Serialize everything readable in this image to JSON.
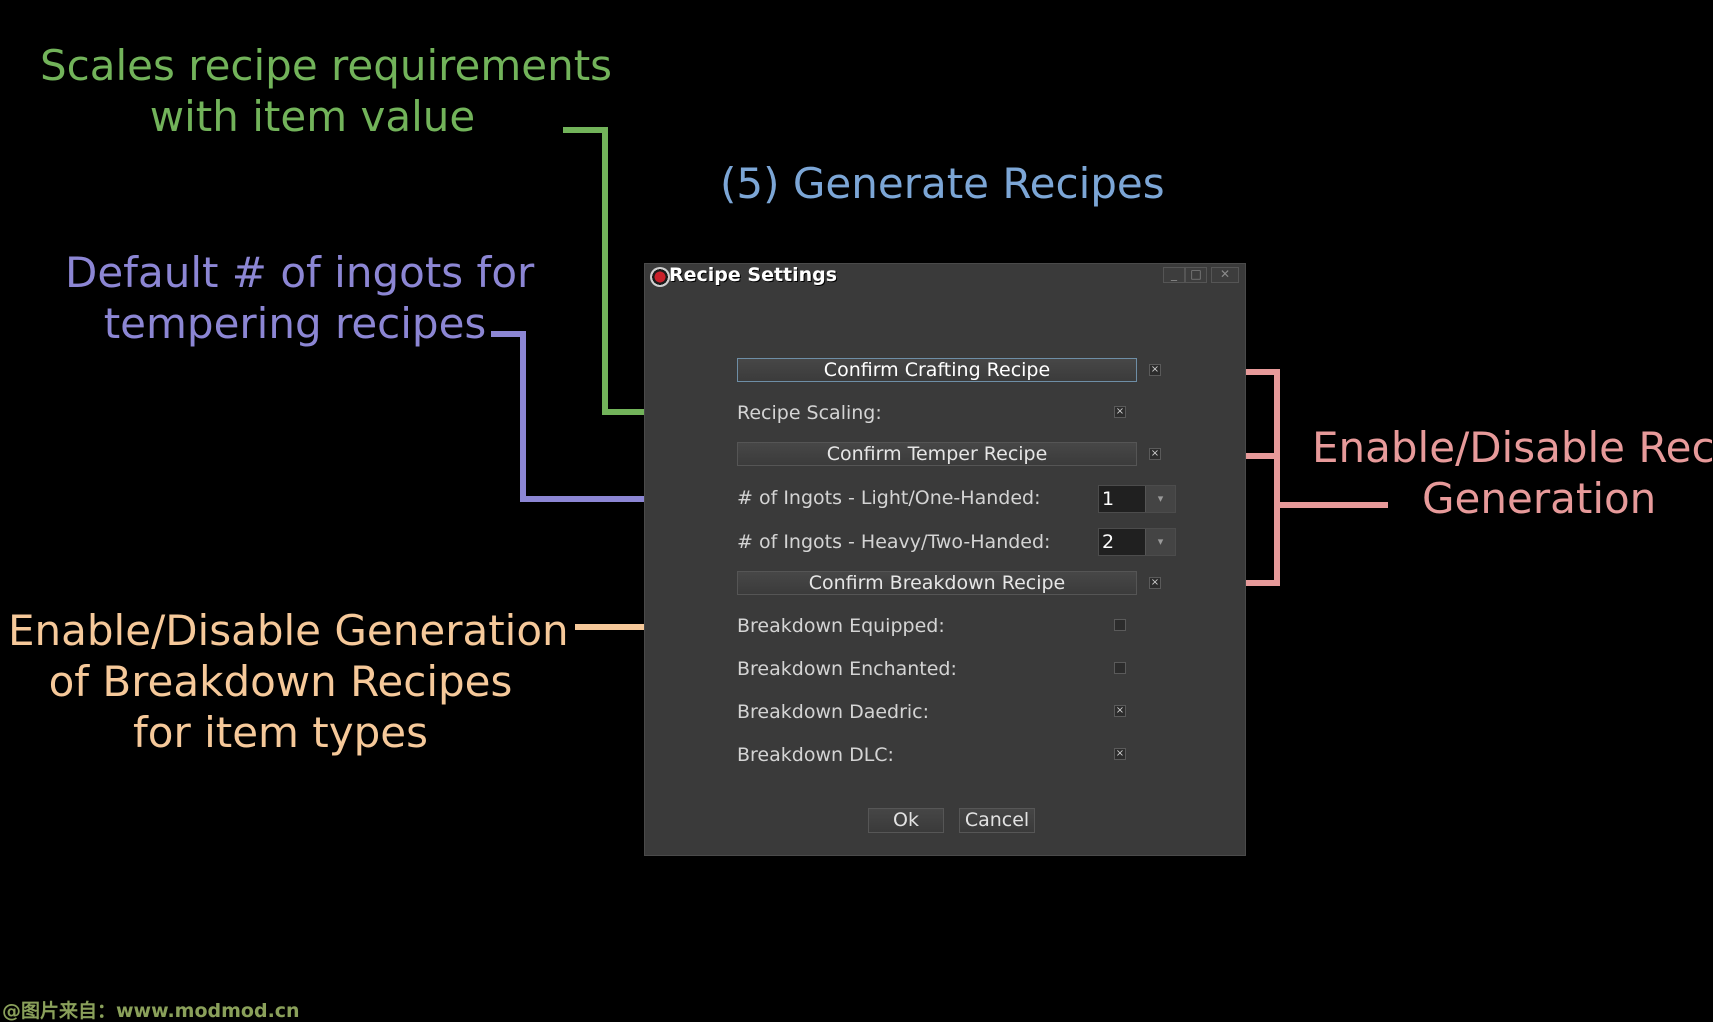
{
  "annotations": {
    "scaling": {
      "lines": [
        "Scales recipe requirements",
        "with item value"
      ],
      "color": "#72b35a"
    },
    "generate": {
      "text": "(5) Generate Recipes",
      "color": "#7ca6d6"
    },
    "ingots": {
      "lines": [
        "Default # of ingots for",
        "tempering recipes"
      ],
      "color": "#8c86d4"
    },
    "enable_recipe": {
      "lines": [
        "Enable/Disable Reci",
        "Generation"
      ],
      "color": "#e79a9a"
    },
    "breakdown": {
      "lines": [
        "Enable/Disable Generation",
        "of Breakdown Recipes",
        "for item types"
      ],
      "color": "#f6c99a"
    }
  },
  "dialog": {
    "title": "Recipe Settings",
    "window_buttons": {
      "minimize": "_",
      "maximize": "□",
      "close": "✕"
    },
    "confirm_crafting": {
      "label": "Confirm Crafting Recipe",
      "checked": true
    },
    "recipe_scaling": {
      "label": "Recipe Scaling:",
      "checked": true
    },
    "confirm_temper": {
      "label": "Confirm Temper Recipe",
      "checked": true
    },
    "ingots_light": {
      "label": "# of Ingots - Light/One-Handed:",
      "value": "1"
    },
    "ingots_heavy": {
      "label": "# of Ingots - Heavy/Two-Handed:",
      "value": "2"
    },
    "confirm_breakdown": {
      "label": "Confirm Breakdown Recipe",
      "checked": true
    },
    "breakdown_equipped": {
      "label": "Breakdown Equipped:",
      "checked": false
    },
    "breakdown_enchanted": {
      "label": "Breakdown Enchanted:",
      "checked": false
    },
    "breakdown_daedric": {
      "label": "Breakdown Daedric:",
      "checked": true
    },
    "breakdown_dlc": {
      "label": "Breakdown DLC:",
      "checked": true
    },
    "ok_label": "Ok",
    "cancel_label": "Cancel",
    "check_mark": "×",
    "dropdown_arrow": "▾"
  },
  "watermark": "@图片来自：www.modmod.cn"
}
